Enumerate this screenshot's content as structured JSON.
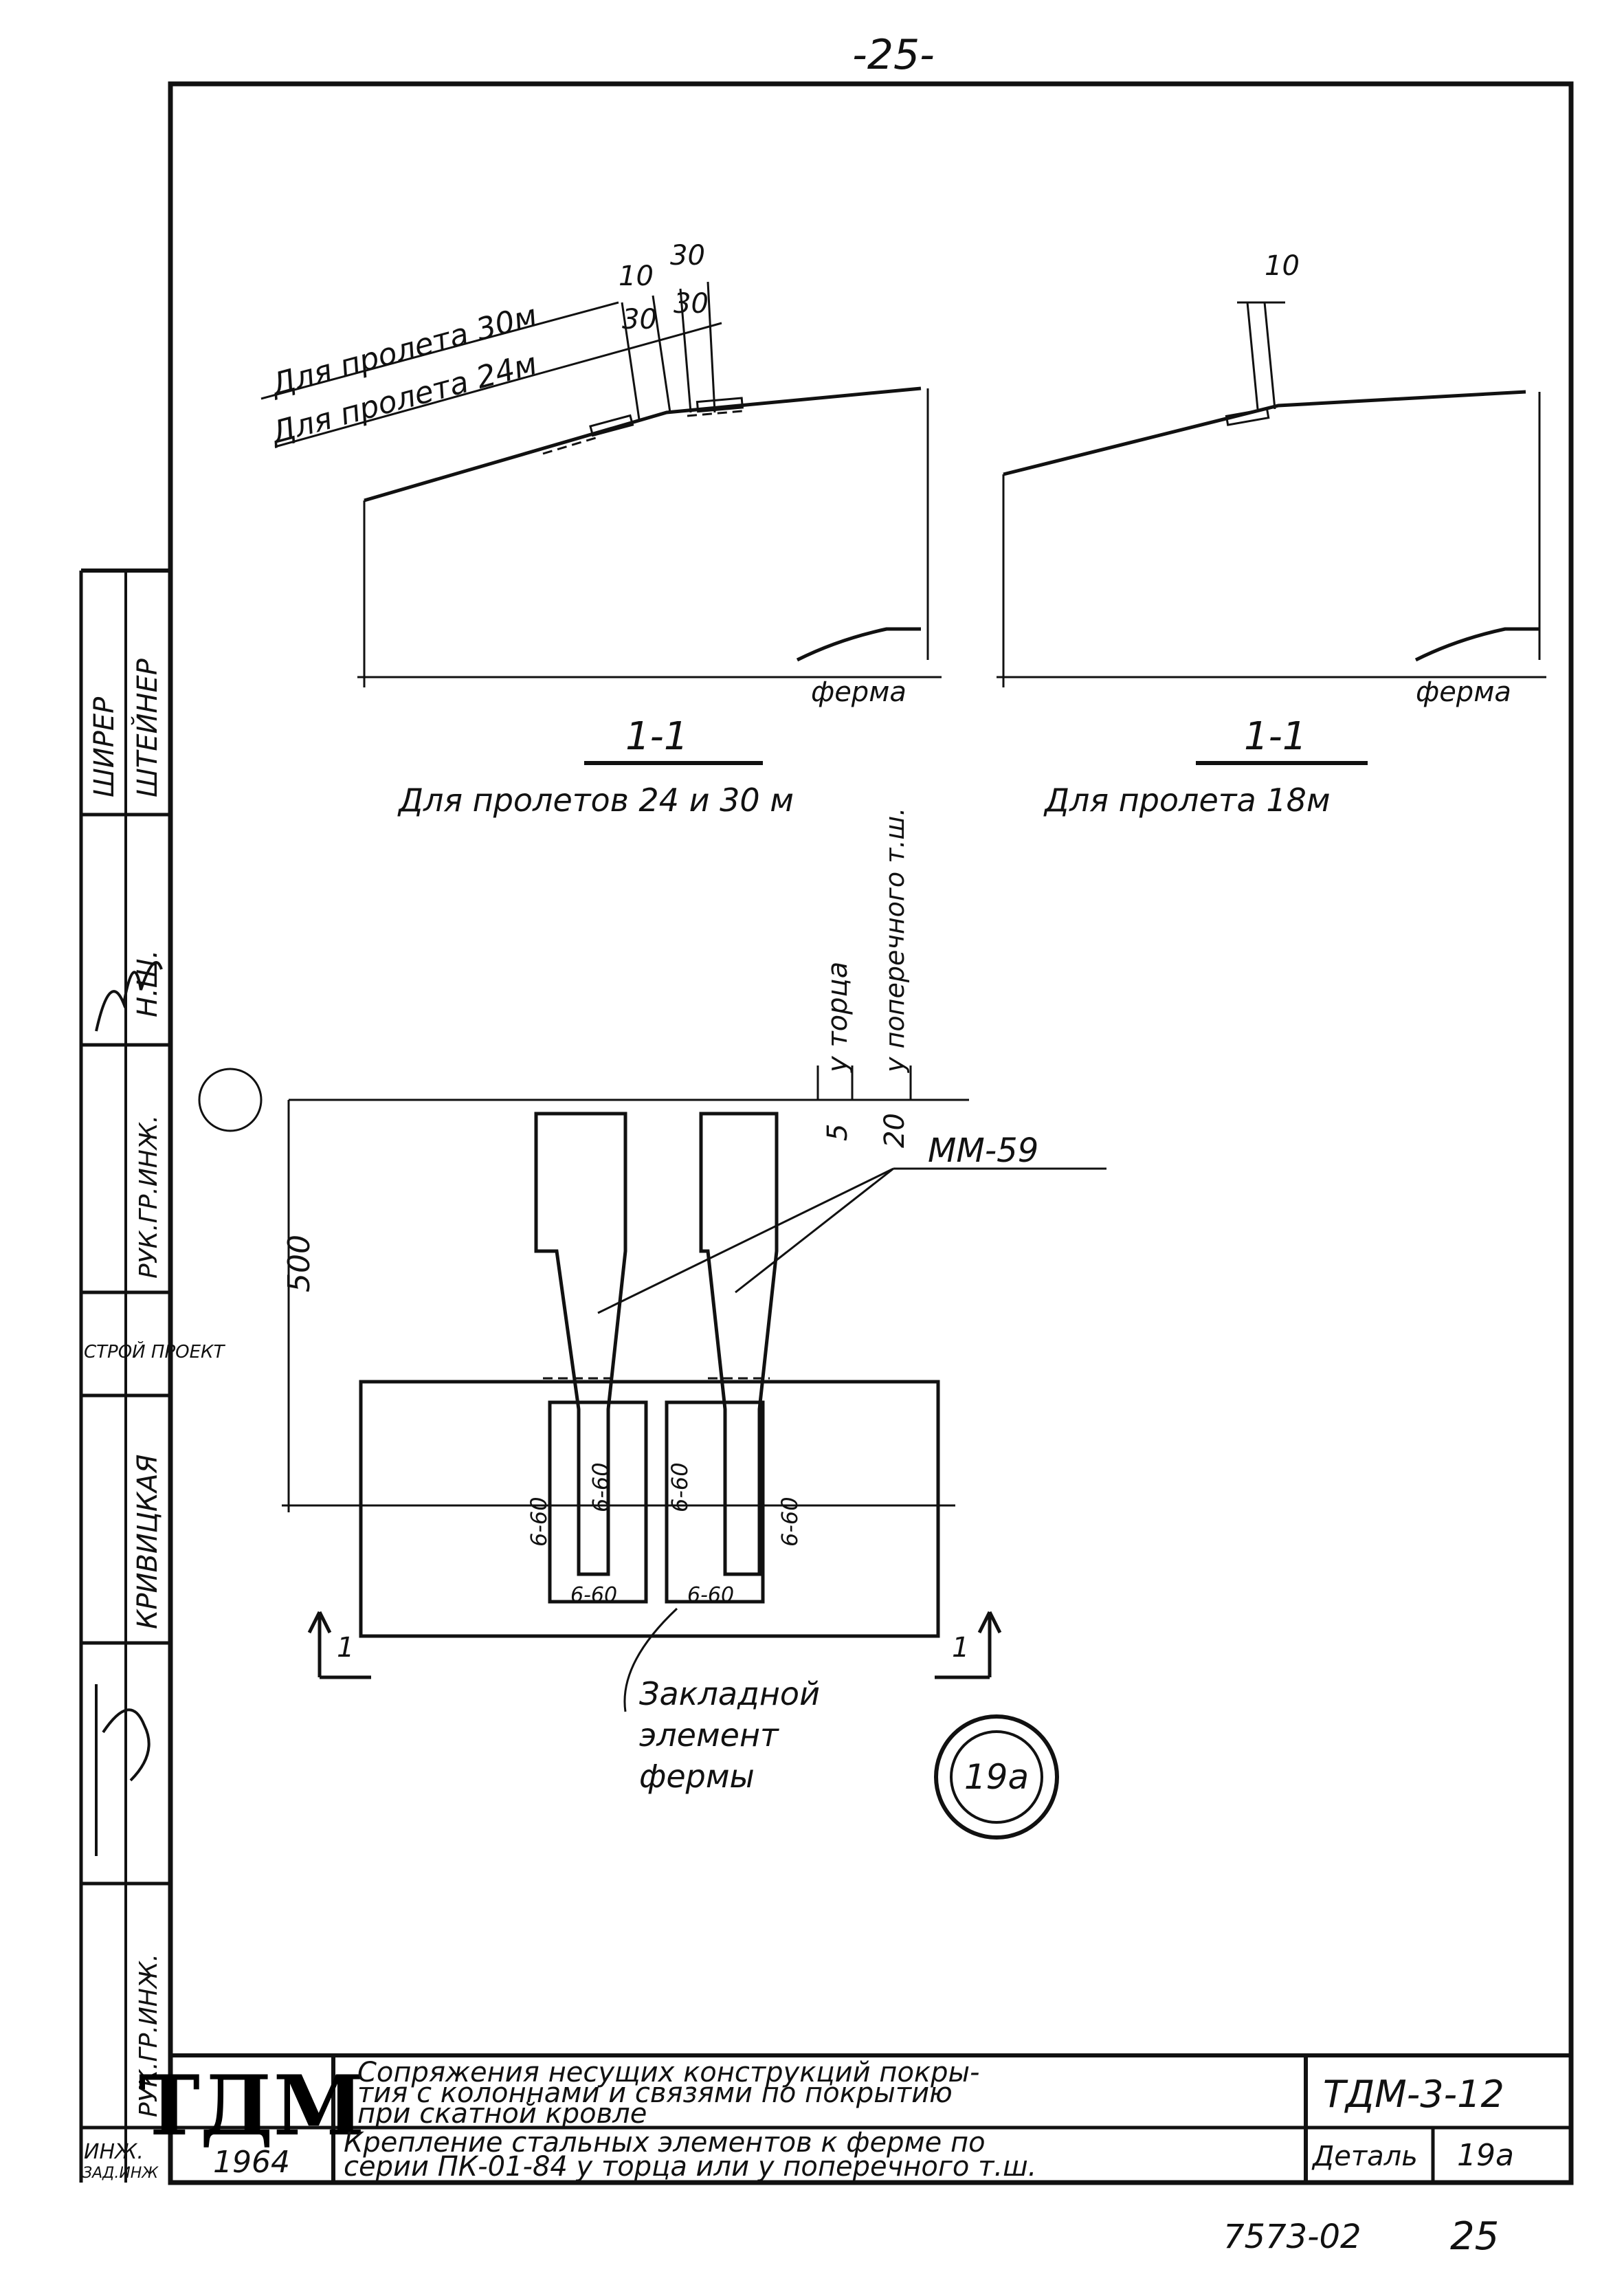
{
  "sheet": {
    "page_number": "-25-",
    "bottom_code": "7573-02",
    "bottom_page": "25"
  },
  "side_stamp": {
    "cells": [
      "ШИРЕР",
      "ШТЕЙНЕР",
      "Н.Ш.",
      "РУК.ГР.ИНЖ.",
      "СТРОЙ ПРОЕКТ",
      "КРИВИЦКАЯ",
      "РУК.ГР.ИНЖ.",
      "ИНЖ.",
      "ЗАД.ИНЖ"
    ]
  },
  "section_left": {
    "dim_line1_label": "Для пролета 30м",
    "dim_line2_label": "Для пролета 24м",
    "dim_top": [
      "10",
      "30"
    ],
    "dim_mid": [
      "30",
      "30"
    ],
    "truss_label": "ферма",
    "section_mark": "1-1",
    "caption": "Для пролетов 24 и 30 м"
  },
  "section_right": {
    "dim_top": "10",
    "truss_label": "ферма",
    "section_mark": "1-1",
    "caption": "Для пролета 18м"
  },
  "plan": {
    "label_end": "у торца",
    "label_transverse": "у поперечного т.ш.",
    "dim_5": "5",
    "dim_20": "20",
    "part_mark": "ММ-59",
    "dim_500": "500",
    "weld_labels": [
      "6-60",
      "6-60",
      "6-60",
      "6-60",
      "6-60",
      "6-60"
    ],
    "cut_mark": "1",
    "embedded_label_l1": "Закладной",
    "embedded_label_l2": "элемент",
    "embedded_label_l3": "фермы",
    "detail_mark": "19а"
  },
  "title_block": {
    "logo": "ТДМ",
    "year": "1964",
    "title_l1": "Сопряжения несущих конструкций покры-",
    "title_l2": "тия с колоннами и связями по покрытию",
    "title_l3": "при скатной кровле",
    "sub_l1": "Крепление стальных элементов к ферме по",
    "sub_l2": "серии ПК-01-84 у торца или у поперечного т.ш.",
    "code": "ТДМ-3-12",
    "detail_label": "Деталь",
    "detail_value": "19а"
  }
}
